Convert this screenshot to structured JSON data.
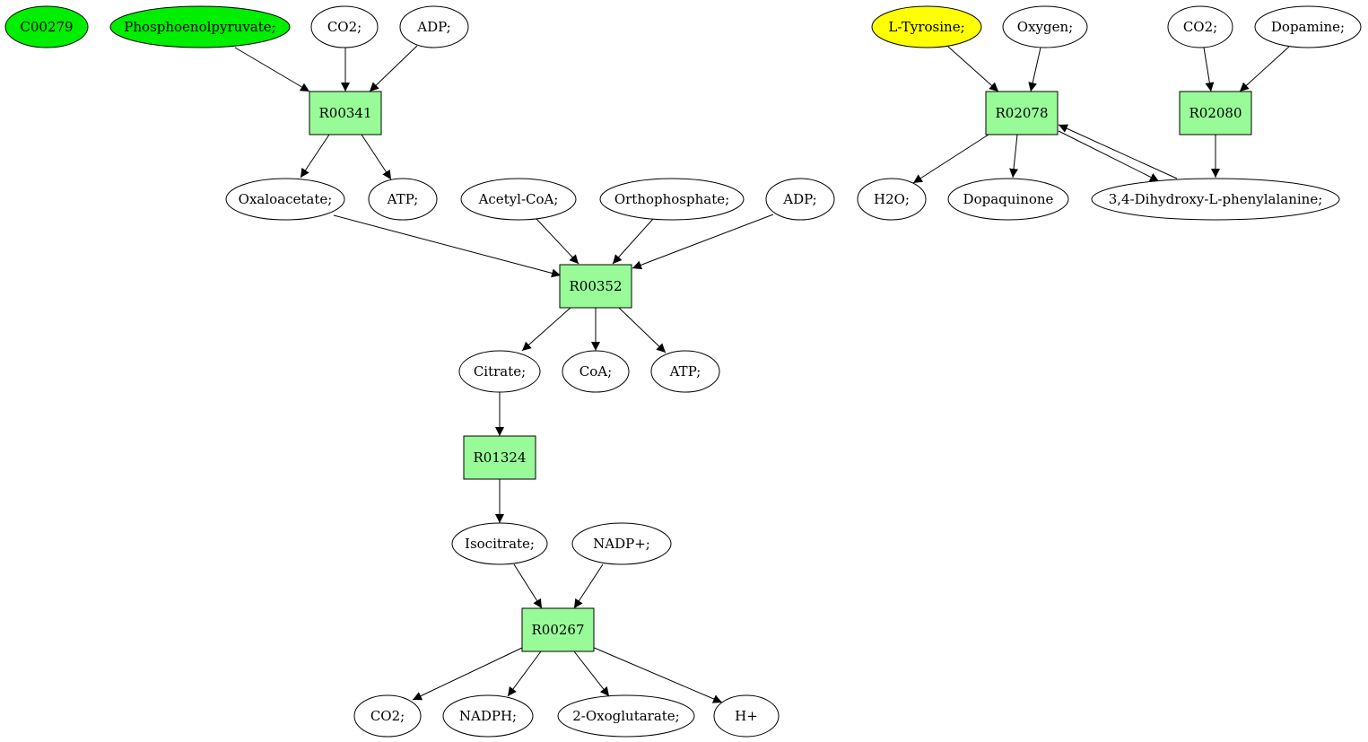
{
  "colors": {
    "reaction_fill": "#98fb98",
    "node_default_fill": "#ffffff",
    "highlight_green": "#00ee00",
    "highlight_yellow": "#ffff00",
    "stroke": "#000000",
    "background": "#ffffff"
  },
  "nodes": {
    "c00279": "C00279",
    "phosphoenolpyruvate": "Phosphoenolpyruvate;",
    "co2_a": "CO2;",
    "adp_a": "ADP;",
    "r00341": "R00341",
    "oxaloacetate": "Oxaloacetate;",
    "atp_a": "ATP;",
    "acetylcoa": "Acetyl-CoA;",
    "orthophosphate": "Orthophosphate;",
    "adp_b": "ADP;",
    "r00352": "R00352",
    "citrate": "Citrate;",
    "coa": "CoA;",
    "atp_b": "ATP;",
    "r01324": "R01324",
    "isocitrate": "Isocitrate;",
    "nadp": "NADP+;",
    "r00267": "R00267",
    "co2_b": "CO2;",
    "nadph": "NADPH;",
    "oxoglutarate": "2-Oxoglutarate;",
    "hplus": "H+",
    "ltyrosine": "L-Tyrosine;",
    "oxygen": "Oxygen;",
    "co2_c": "CO2;",
    "dopamine": "Dopamine;",
    "r02078": "R02078",
    "r02080": "R02080",
    "h2o": "H2O;",
    "dopaquinone": "Dopaquinone",
    "dopa": "3,4-Dihydroxy-L-phenylalanine;"
  }
}
